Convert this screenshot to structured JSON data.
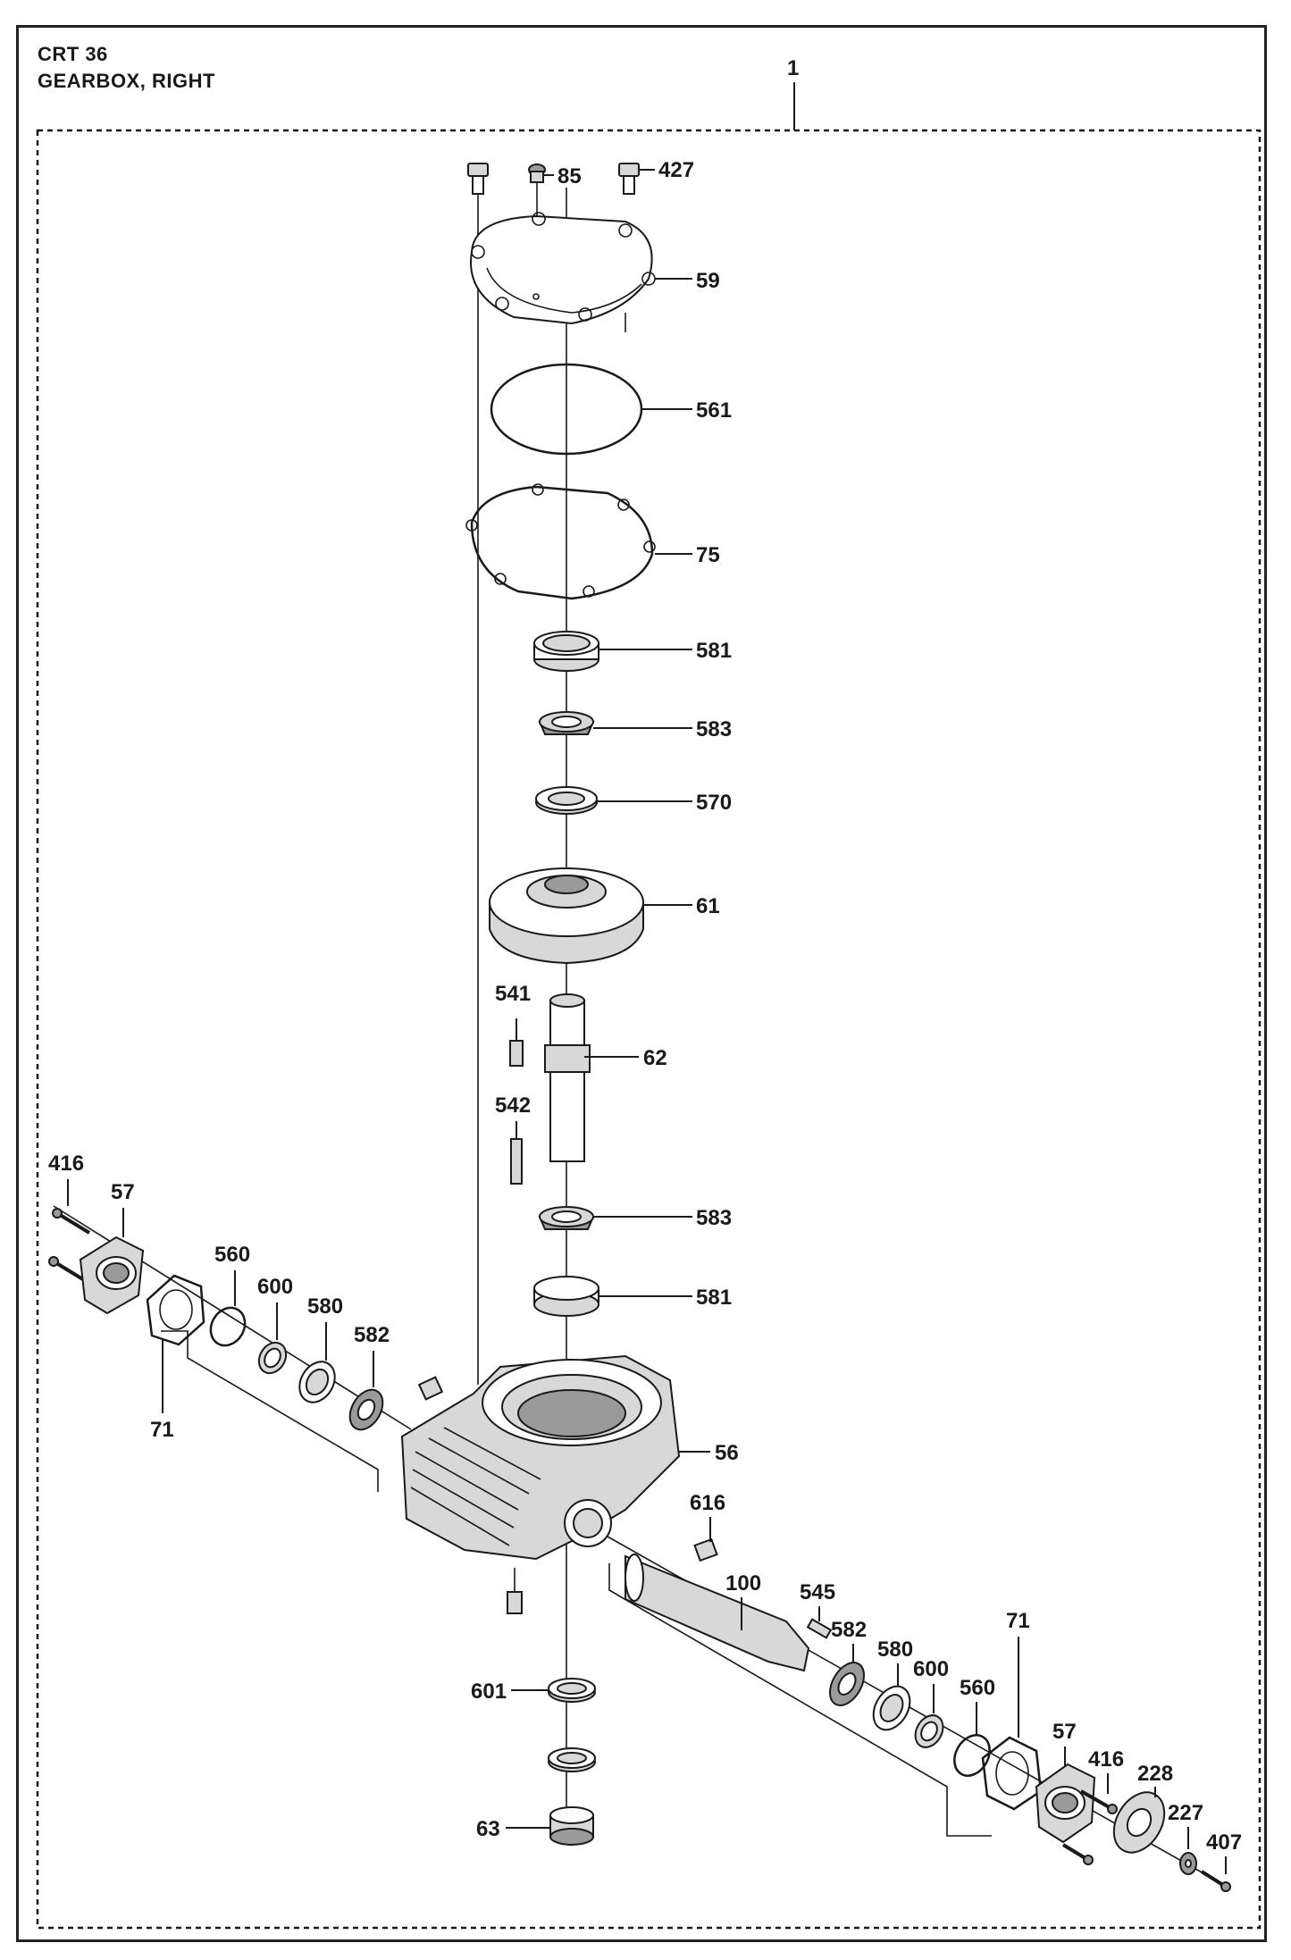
{
  "header": {
    "model": "CRT 36",
    "subtitle": "GEARBOX, RIGHT",
    "assembly_ref": "1"
  },
  "callouts": [
    {
      "id": "427",
      "text": "427"
    },
    {
      "id": "85",
      "text": "85"
    },
    {
      "id": "59",
      "text": "59"
    },
    {
      "id": "561",
      "text": "561"
    },
    {
      "id": "75",
      "text": "75"
    },
    {
      "id": "581a",
      "text": "581"
    },
    {
      "id": "583a",
      "text": "583"
    },
    {
      "id": "570",
      "text": "570"
    },
    {
      "id": "61",
      "text": "61"
    },
    {
      "id": "541",
      "text": "541"
    },
    {
      "id": "62",
      "text": "62"
    },
    {
      "id": "542",
      "text": "542"
    },
    {
      "id": "583b",
      "text": "583"
    },
    {
      "id": "581b",
      "text": "581"
    },
    {
      "id": "416a",
      "text": "416"
    },
    {
      "id": "57a",
      "text": "57"
    },
    {
      "id": "560a",
      "text": "560"
    },
    {
      "id": "600a",
      "text": "600"
    },
    {
      "id": "580a",
      "text": "580"
    },
    {
      "id": "582a",
      "text": "582"
    },
    {
      "id": "71a",
      "text": "71"
    },
    {
      "id": "56",
      "text": "56"
    },
    {
      "id": "616",
      "text": "616"
    },
    {
      "id": "100",
      "text": "100"
    },
    {
      "id": "545",
      "text": "545"
    },
    {
      "id": "582b",
      "text": "582"
    },
    {
      "id": "580b",
      "text": "580"
    },
    {
      "id": "600b",
      "text": "600"
    },
    {
      "id": "560b",
      "text": "560"
    },
    {
      "id": "71b",
      "text": "71"
    },
    {
      "id": "57b",
      "text": "57"
    },
    {
      "id": "416b",
      "text": "416"
    },
    {
      "id": "228",
      "text": "228"
    },
    {
      "id": "227",
      "text": "227"
    },
    {
      "id": "407",
      "text": "407"
    },
    {
      "id": "601",
      "text": "601"
    },
    {
      "id": "63",
      "text": "63"
    }
  ]
}
